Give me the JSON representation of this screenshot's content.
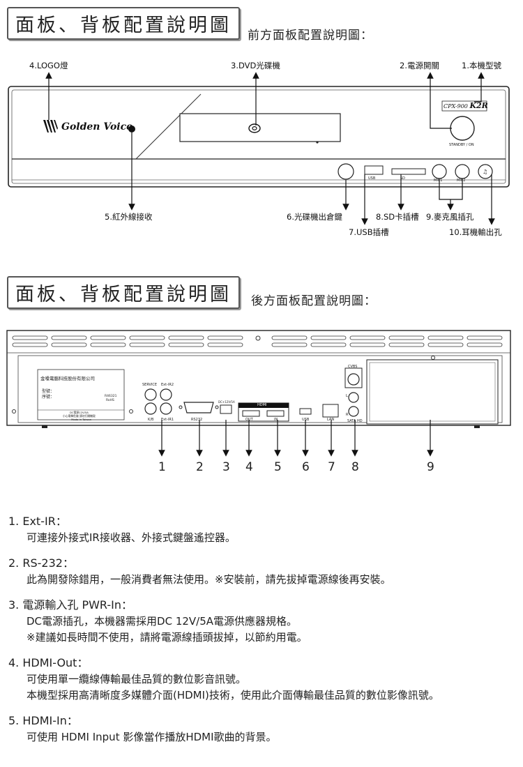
{
  "front": {
    "title": "面板、背板配置說明圖",
    "subtitle": "前方面板配置說明圖：",
    "labels": {
      "logo": "4.LOGO燈",
      "dvd": "3.DVD光碟機",
      "power": "2.電源開關",
      "model": "1.本機型號",
      "ir": "5.紅外線接收",
      "eject": "6.光碟機出倉鍵",
      "usb": "7.USB插槽",
      "sd": "8.SD卡插槽",
      "mic": "9.麥克風插孔",
      "headphone": "10.耳機輸出孔"
    },
    "device": {
      "brand": "Golden Voice",
      "model_prefix": "CPX-900",
      "model_suffix": "K2R",
      "standby": "STANDBY / ON",
      "usb": "USB",
      "sd": "SD",
      "mic1": "MIC1",
      "mic2": "MIC2"
    }
  },
  "rear": {
    "title": "面板、背板配置說明圖",
    "subtitle": "後方面板配置說明圖：",
    "sticker": {
      "company": "金嗓電腦科技股份有限公司",
      "model": "型號：",
      "serial": "序號：",
      "cert": "R46321",
      "rohs": "RoHS",
      "power": "DC電源12V/5A",
      "warning": "小心電擊危險 請勿打開機殼",
      "made": "Made in Taiwan"
    },
    "ports": {
      "service": "SERVICE",
      "extir2": "Ext-IR2",
      "kb": "K/B",
      "extir1": "Ext-IR1",
      "rs232": "RS232",
      "dc": "DC+12V/5A",
      "hdmi": "HDMI",
      "out": "OUT",
      "in": "IN",
      "usb": "USB",
      "lan": "LAN",
      "cvbs": "CVBS",
      "l": "L",
      "r": "R",
      "sata": "SATA HD"
    },
    "numbers": [
      "1",
      "2",
      "3",
      "4",
      "5",
      "6",
      "7",
      "8",
      "9"
    ]
  },
  "items": [
    {
      "head": "1.  Ext-IR：",
      "lines": [
        "可連接外接式IR接收器、外接式鍵盤遙控器。"
      ]
    },
    {
      "head": "2.  RS-232：",
      "lines": [
        "此為開發除錯用，一般消費者無法使用。※安裝前，請先拔掉電源線後再安裝。"
      ]
    },
    {
      "head": "3.  電源輸入孔 PWR-In：",
      "lines": [
        "DC電源插孔，本機器需採用DC 12V/5A電源供應器規格。",
        "※建議如長時間不使用，請將電源線插頭拔掉，以節約用電。"
      ]
    },
    {
      "head": "4.  HDMI-Out：",
      "lines": [
        "可使用單一纜線傳輸最佳品質的數位影音訊號。",
        "本機型採用高清晰度多媒體介面(HDMI)技術，使用此介面傳輸最佳品質的數位影像訊號。"
      ]
    },
    {
      "head": "5.  HDMI-In：",
      "lines": [
        "可使用  HDMI Input  影像當作播放HDMI歌曲的背景。"
      ]
    }
  ]
}
